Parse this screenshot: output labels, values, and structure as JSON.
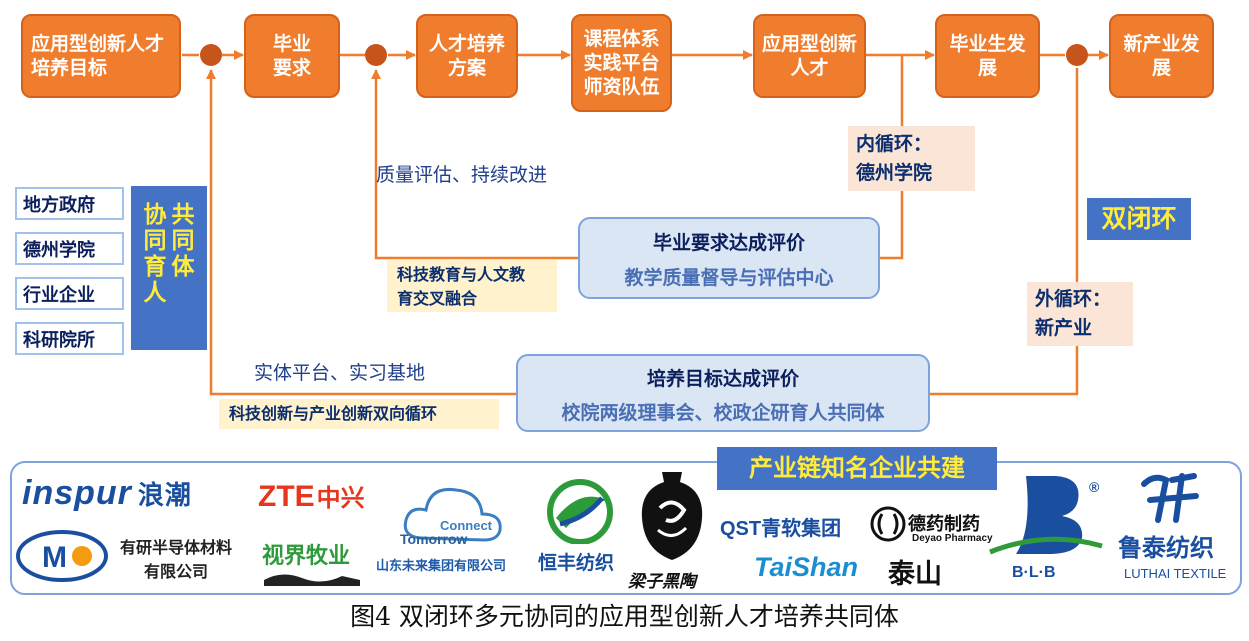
{
  "top_boxes": {
    "b1": "应用型创新人才\n培养目标",
    "b2": "毕业\n要求",
    "b3": "人才培养\n方案",
    "b4": "课程体系\n实践平台\n师资队伍",
    "b5": "应用型创新\n人才",
    "b6": "毕业生发\n展",
    "b7": "新产业发\n展"
  },
  "stakeholders": [
    "地方政府",
    "德州学院",
    "行业企业",
    "科研院所"
  ],
  "coed_panel": {
    "col1": "协同育人",
    "col2": "共同体"
  },
  "labels": {
    "quality": "质量评估、持续改进",
    "inner_loop": "内循环：\n德州学院",
    "outer_loop": "外循环：\n新产业",
    "double_loop": "双闭环",
    "sci_edu": "科技教育与人文教\n育交叉融合",
    "entity": "实体平台、实习基地",
    "innovation": "科技创新与产业创新双向循环"
  },
  "eval1": {
    "title": "毕业要求达成评价",
    "sub": "教学质量督导与评估中心"
  },
  "eval2": {
    "title": "培养目标达成评价",
    "sub": "校院两级理事会、校政企研育人共同体"
  },
  "industry_title": "产业链知名企业共建",
  "partners": {
    "inspur": "inspur",
    "inspur_cn": "浪潮",
    "zte": "ZTE",
    "zte_cn": "中兴",
    "connect_1": "Connect",
    "connect_2": "Tomorrow",
    "shandong": "山东未来集团有限公司",
    "hengfeng": "恒丰纺织",
    "liangzi": "梁子黑陶",
    "qst": "QST青软集团",
    "deyao": "德药制药",
    "deyao_en": "Deyao Pharmacy",
    "taishan": "TaiShan",
    "taishan_cn": "泰山",
    "blb": "B·L·B",
    "luthai": "鲁泰纺织",
    "luthai_en": "LUTHAI TEXTILE",
    "youyan": "有研半导体材料\n有限公司",
    "shijie": "视界牧业"
  },
  "caption": "图4  双闭环多元协同的应用型创新人才培养共同体",
  "colors": {
    "orange": "#ef7d2d",
    "blue": "#4472c4",
    "yellow": "#ffeb3b",
    "navy": "#0b1f5c"
  }
}
